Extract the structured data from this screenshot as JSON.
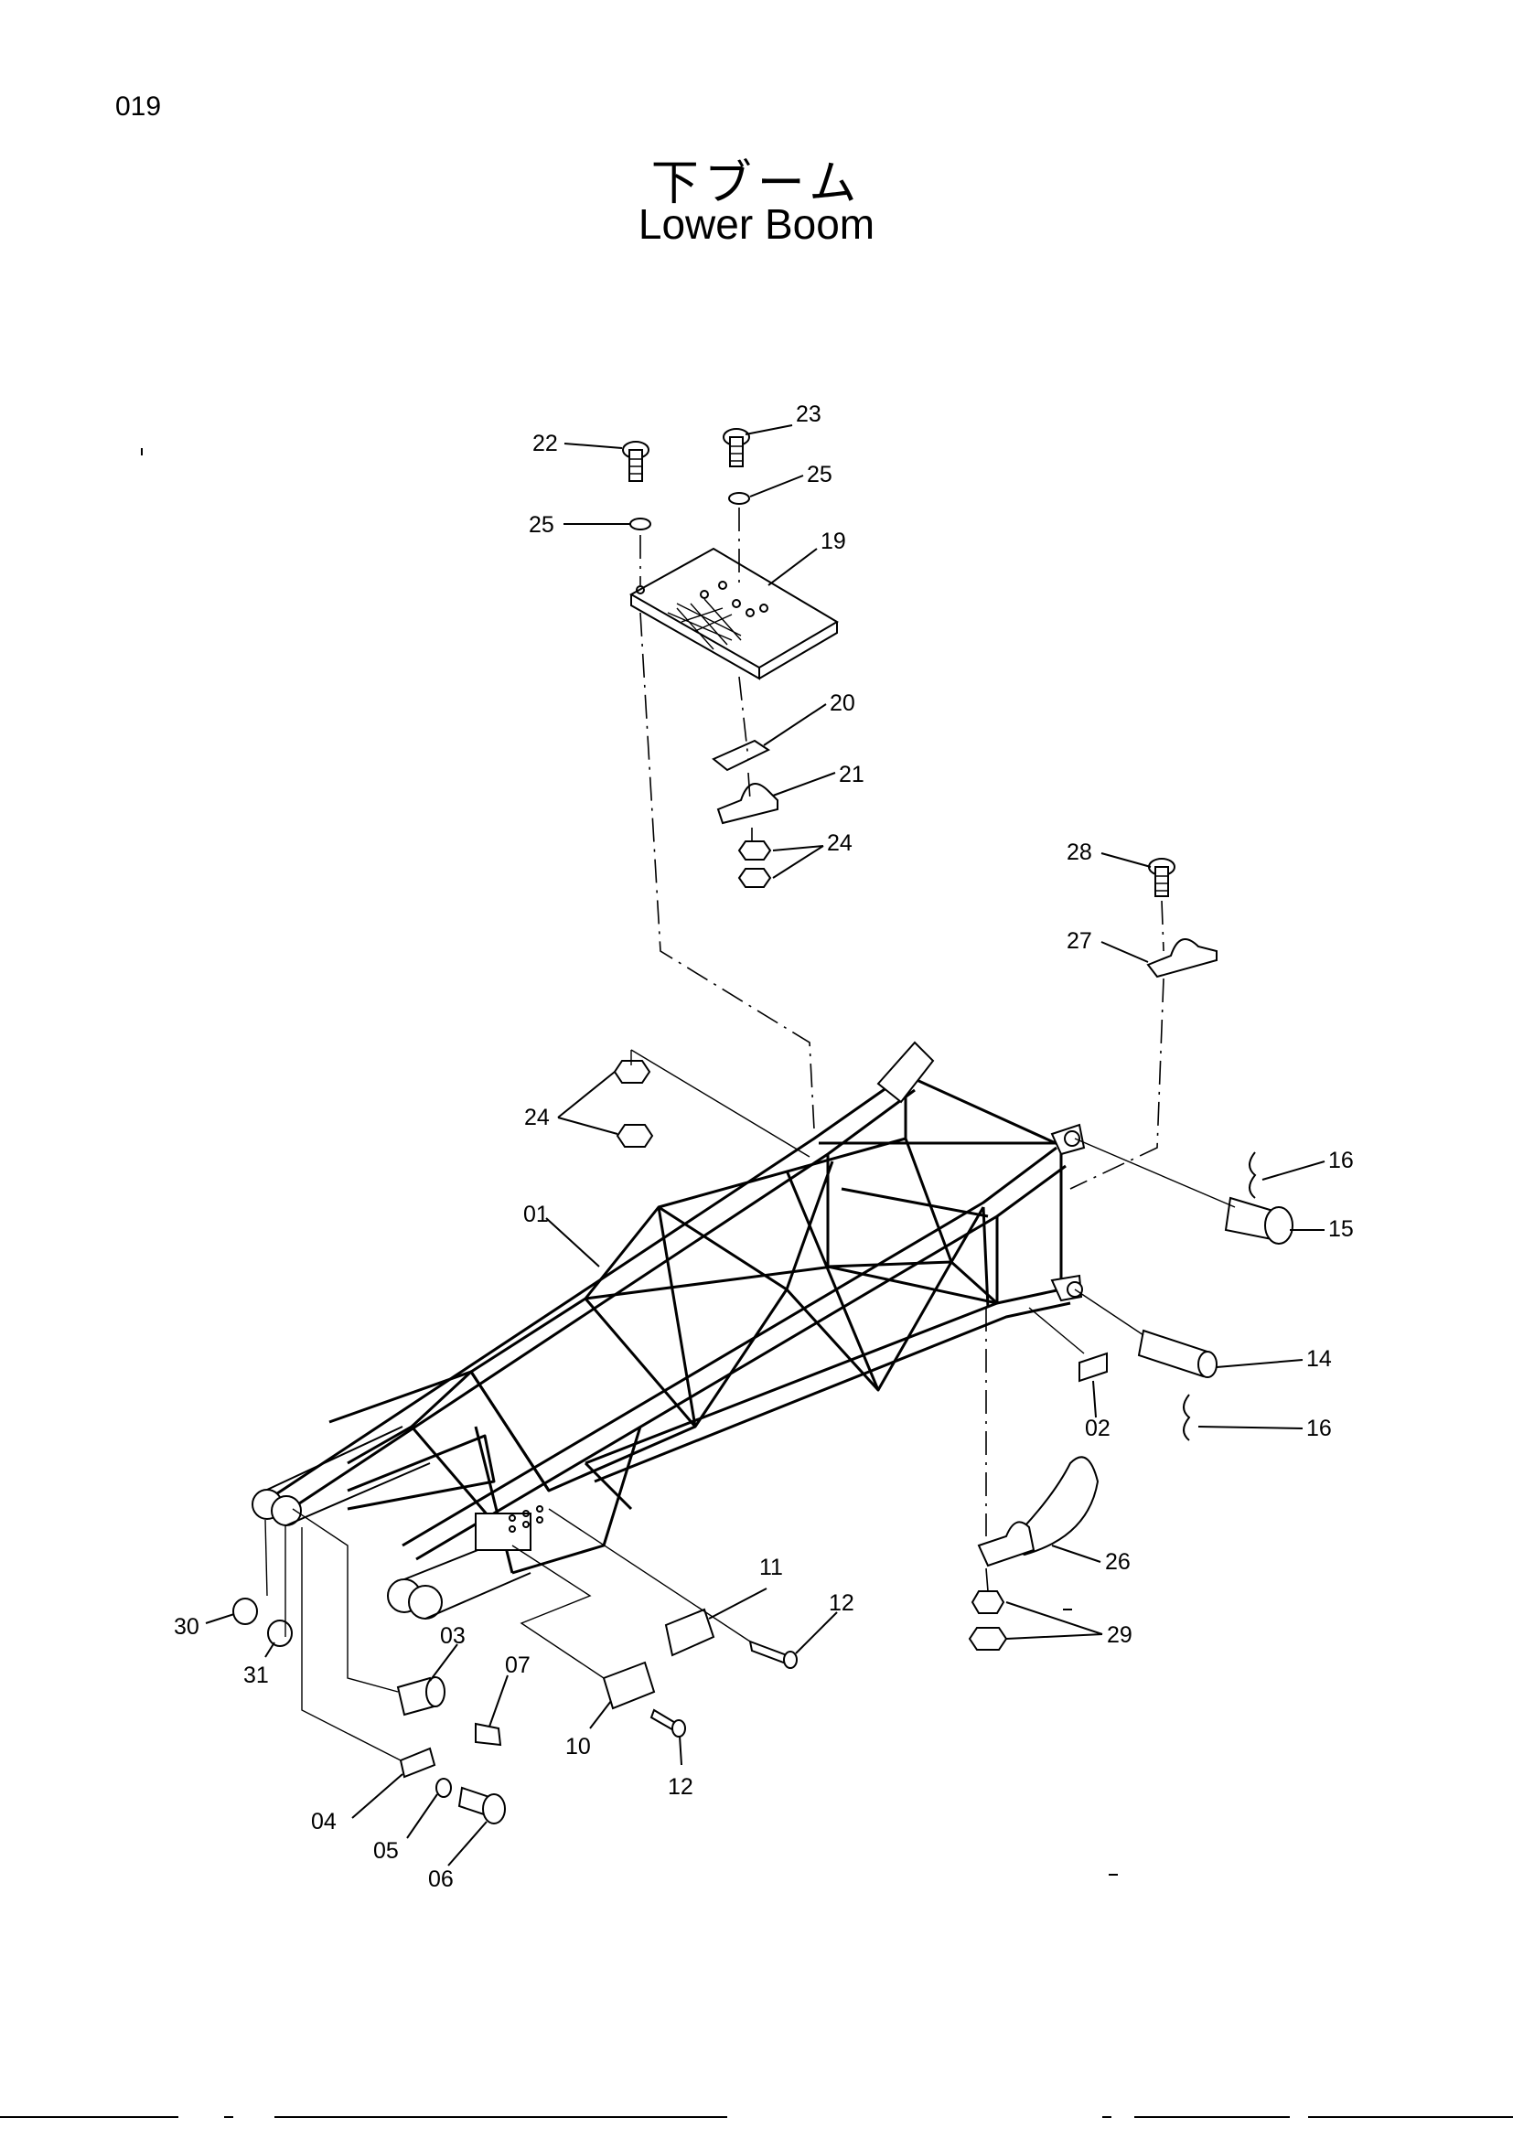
{
  "header": {
    "page_number": "019",
    "title_ja": "下ブーム",
    "title_en": "Lower Boom"
  },
  "callouts": [
    {
      "id": "22",
      "label": "22"
    },
    {
      "id": "23",
      "label": "23"
    },
    {
      "id": "25a",
      "label": "25"
    },
    {
      "id": "25b",
      "label": "25"
    },
    {
      "id": "19",
      "label": "19"
    },
    {
      "id": "20",
      "label": "20"
    },
    {
      "id": "21",
      "label": "21"
    },
    {
      "id": "24a",
      "label": "24"
    },
    {
      "id": "28",
      "label": "28"
    },
    {
      "id": "27",
      "label": "27"
    },
    {
      "id": "24b",
      "label": "24"
    },
    {
      "id": "16a",
      "label": "16"
    },
    {
      "id": "01",
      "label": "01"
    },
    {
      "id": "15",
      "label": "15"
    },
    {
      "id": "14",
      "label": "14"
    },
    {
      "id": "02",
      "label": "02"
    },
    {
      "id": "16b",
      "label": "16"
    },
    {
      "id": "26",
      "label": "26"
    },
    {
      "id": "11",
      "label": "11"
    },
    {
      "id": "12a",
      "label": "12"
    },
    {
      "id": "29",
      "label": "29"
    },
    {
      "id": "30",
      "label": "30"
    },
    {
      "id": "03",
      "label": "03"
    },
    {
      "id": "31",
      "label": "31"
    },
    {
      "id": "07",
      "label": "07"
    },
    {
      "id": "10",
      "label": "10"
    },
    {
      "id": "12b",
      "label": "12"
    },
    {
      "id": "04",
      "label": "04"
    },
    {
      "id": "05",
      "label": "05"
    },
    {
      "id": "06",
      "label": "06"
    }
  ]
}
